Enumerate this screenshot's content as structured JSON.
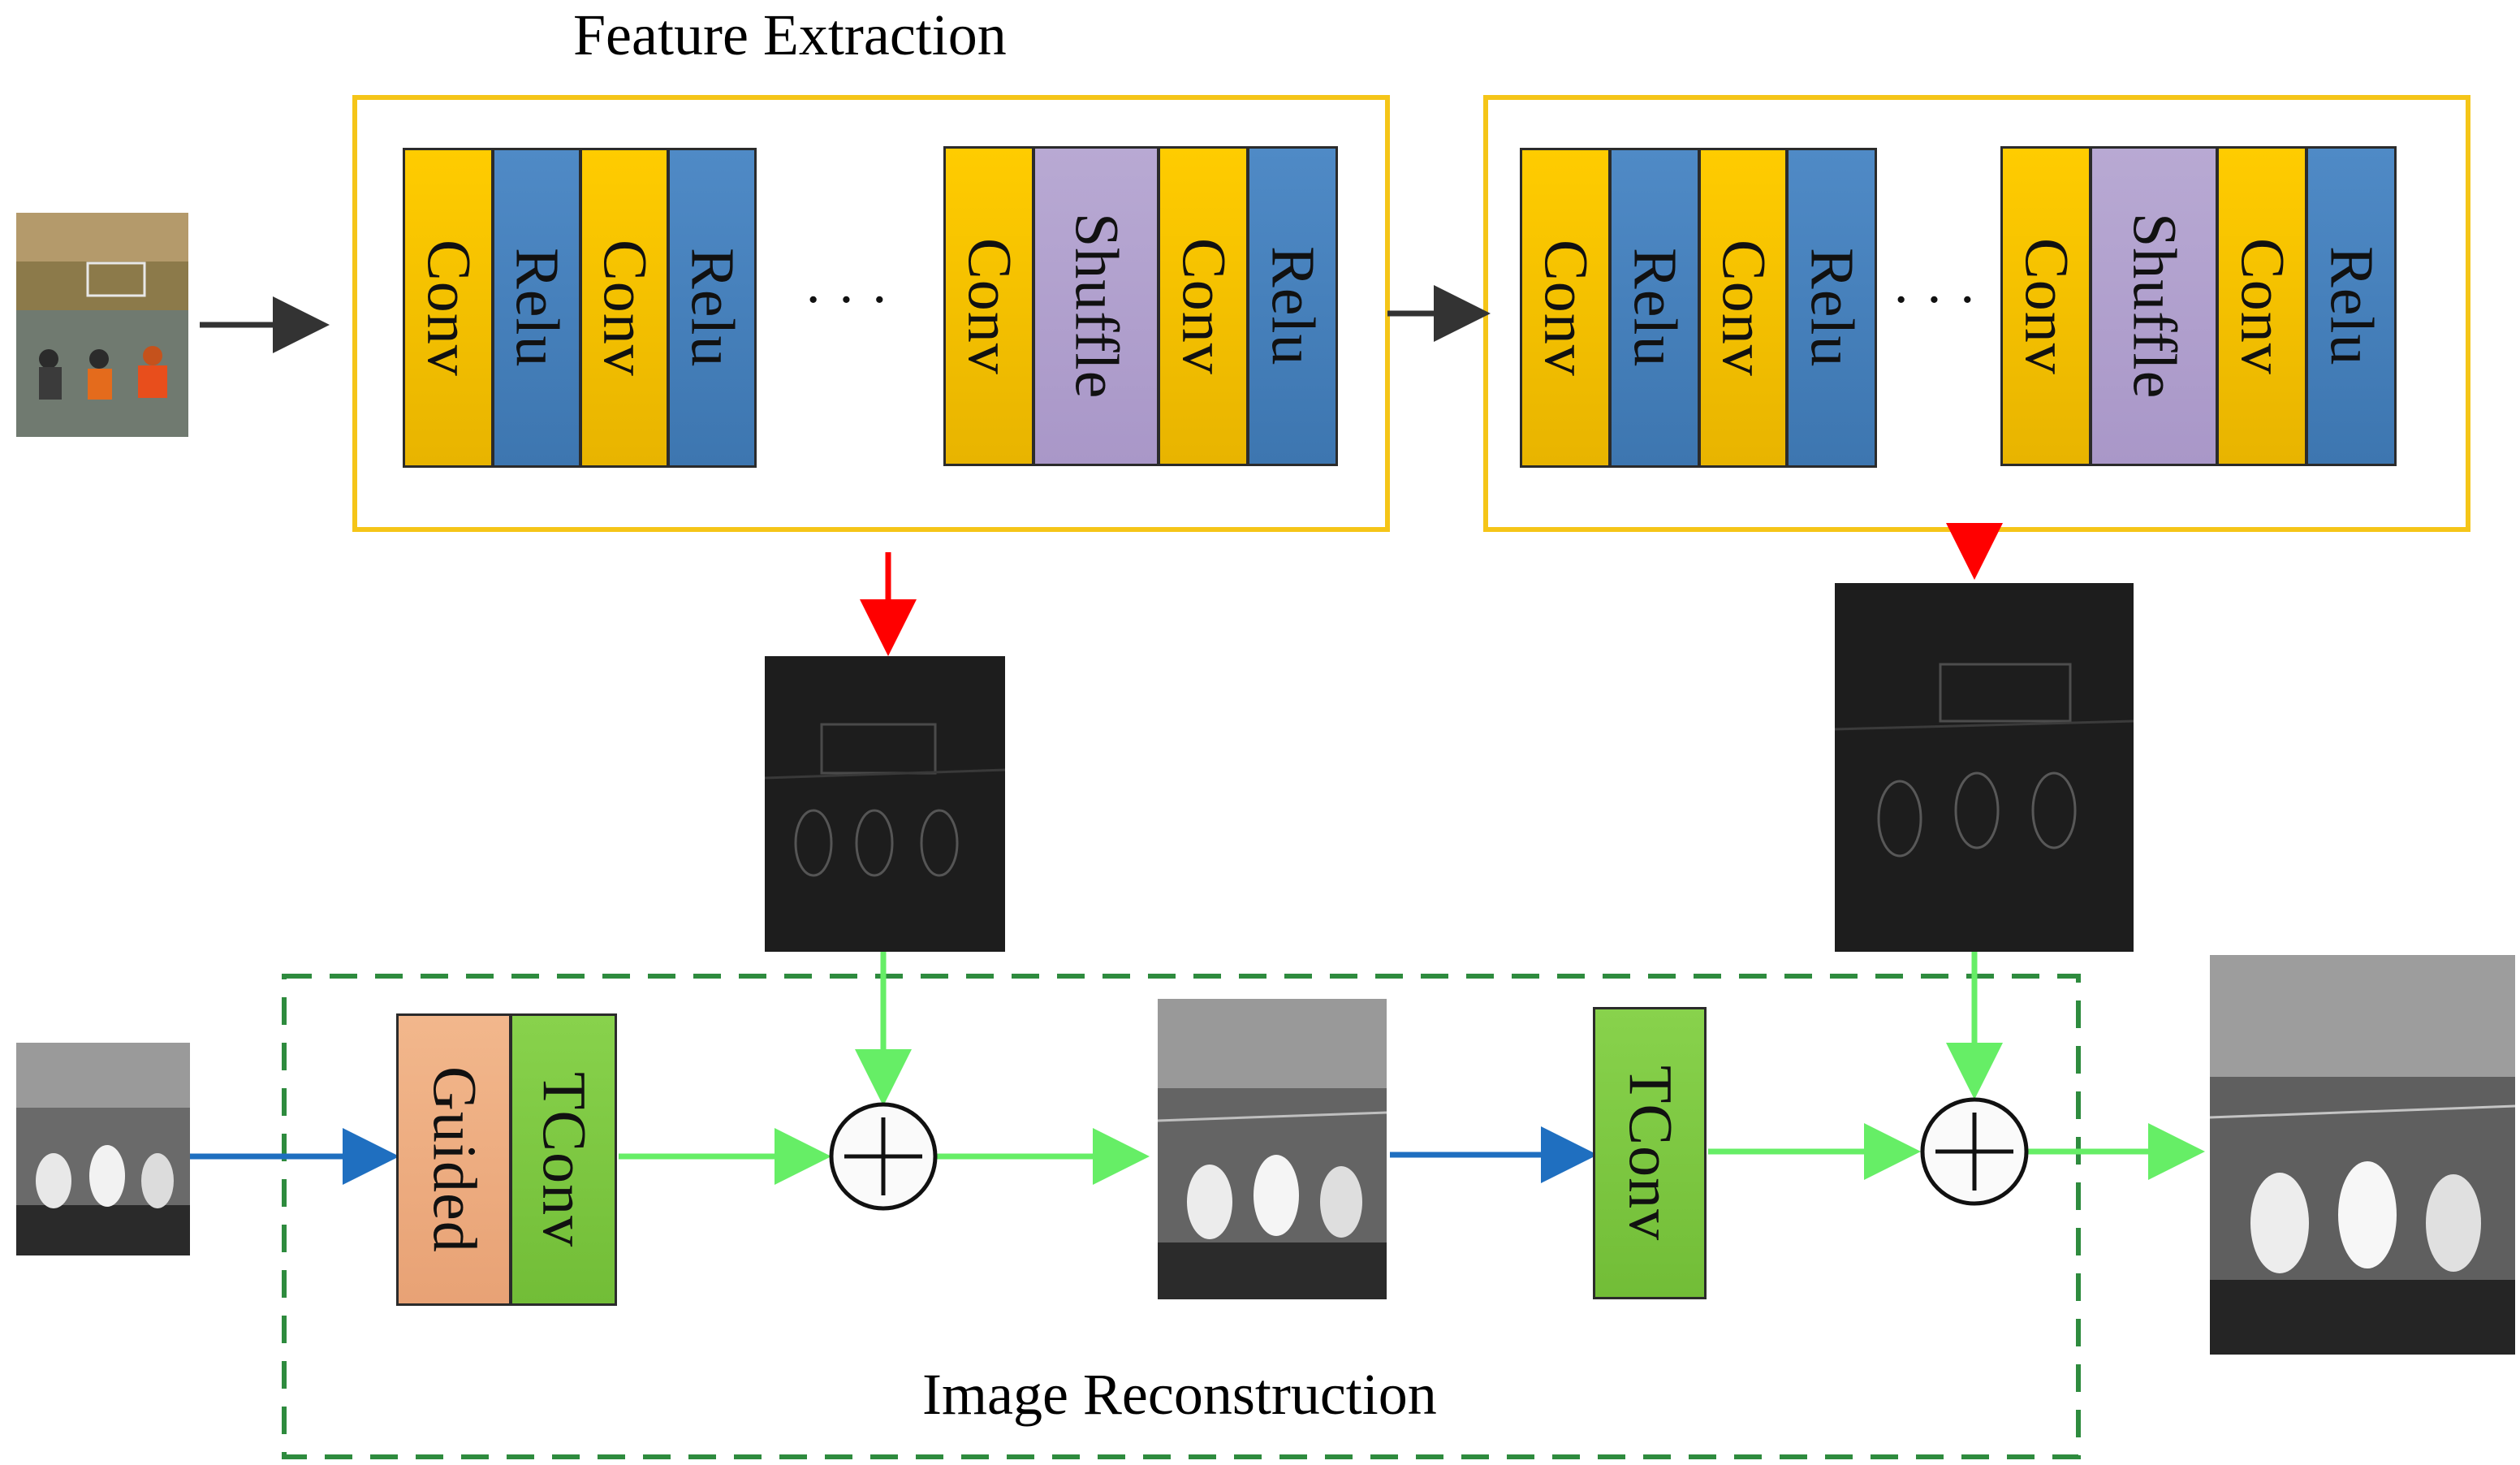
{
  "title_top": "Feature Extraction",
  "title_bottom": "Image Reconstruction",
  "blocks": {
    "conv": "Conv",
    "relu": "Relu",
    "shuffle": "Shuffle",
    "guided": "Guided",
    "tconv": "TConv"
  },
  "ellipsis": "· · ·",
  "colors": {
    "conv": "#ffcc00",
    "relu": "#4f8ac6",
    "shuffle": "#b8a9d3",
    "guided": "#f2b78c",
    "tconv": "#88d24c",
    "frame_yellow": "#f5c518",
    "frame_green_dashed": "#2e8b3e",
    "arrow_gray": "#333333",
    "arrow_red": "#ff0000",
    "arrow_green": "#66ee66",
    "arrow_blue": "#1f6fc0"
  },
  "icons": [
    "plus-circle-icon",
    "arrow-right-icon",
    "arrow-down-icon"
  ]
}
